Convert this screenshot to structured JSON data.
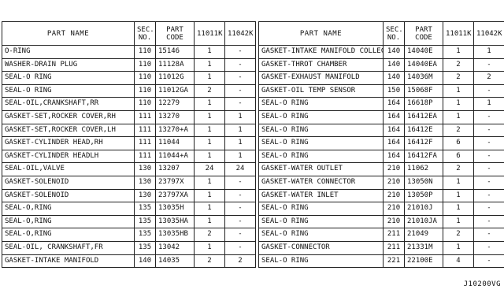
{
  "headers": {
    "part_name": "PART NAME",
    "sec_no": [
      "SEC.",
      "NO."
    ],
    "part_code": [
      "PART",
      "CODE"
    ],
    "q1": "11011K",
    "q2": "11042K"
  },
  "left_rows": [
    {
      "name": "O-RING",
      "sec": "110",
      "code": "15146",
      "q1": "1",
      "q2": "-"
    },
    {
      "name": "WASHER-DRAIN PLUG",
      "sec": "110",
      "code": "11128A",
      "q1": "1",
      "q2": "-"
    },
    {
      "name": "SEAL-O RING",
      "sec": "110",
      "code": "11012G",
      "q1": "1",
      "q2": "-"
    },
    {
      "name": "SEAL-O RING",
      "sec": "110",
      "code": "11012GA",
      "q1": "2",
      "q2": "-"
    },
    {
      "name": "SEAL-OIL,CRANKSHAFT,RR",
      "sec": "110",
      "code": "12279",
      "q1": "1",
      "q2": "-"
    },
    {
      "name": "GASKET-SET,ROCKER COVER,RH",
      "sec": "111",
      "code": "13270",
      "q1": "1",
      "q2": "1"
    },
    {
      "name": "GASKET-SET,ROCKER COVER,LH",
      "sec": "111",
      "code": "13270+A",
      "q1": "1",
      "q2": "1"
    },
    {
      "name": "GASKET-CYLINDER HEAD,RH",
      "sec": "111",
      "code": "11044",
      "q1": "1",
      "q2": "1"
    },
    {
      "name": "GASKET-CYLINDER HEADLH",
      "sec": "111",
      "code": "11044+A",
      "q1": "1",
      "q2": "1"
    },
    {
      "name": "SEAL-OIL,VALVE",
      "sec": "130",
      "code": "13207",
      "q1": "24",
      "q2": "24"
    },
    {
      "name": "GASKET-SOLENOID",
      "sec": "130",
      "code": "23797X",
      "q1": "1",
      "q2": "-"
    },
    {
      "name": "GASKET-SOLENOID",
      "sec": "130",
      "code": "23797XA",
      "q1": "1",
      "q2": "-"
    },
    {
      "name": "SEAL-O,RING",
      "sec": "135",
      "code": "13035H",
      "q1": "1",
      "q2": "-"
    },
    {
      "name": "SEAL-O,RING",
      "sec": "135",
      "code": "13035HA",
      "q1": "1",
      "q2": "-"
    },
    {
      "name": "SEAL-O,RING",
      "sec": "135",
      "code": "13035HB",
      "q1": "2",
      "q2": "-"
    },
    {
      "name": "SEAL-OIL, CRANKSHAFT,FR",
      "sec": "135",
      "code": "13042",
      "q1": "1",
      "q2": "-"
    },
    {
      "name": "GASKET-INTAKE MANIFOLD",
      "sec": "140",
      "code": "14035",
      "q1": "2",
      "q2": "2"
    }
  ],
  "right_rows": [
    {
      "name": "GASKET-INTAKE MANIFOLD COLLECTOR",
      "sec": "140",
      "code": "14040E",
      "q1": "1",
      "q2": "1"
    },
    {
      "name": "GASKET-THROT CHAMBER",
      "sec": "140",
      "code": "14040EA",
      "q1": "2",
      "q2": "-"
    },
    {
      "name": "GASKET-EXHAUST MANIFOLD",
      "sec": "140",
      "code": "14036M",
      "q1": "2",
      "q2": "2"
    },
    {
      "name": "GASKET-OIL TEMP SENSOR",
      "sec": "150",
      "code": "15068F",
      "q1": "1",
      "q2": "-"
    },
    {
      "name": "SEAL-O RING",
      "sec": "164",
      "code": "16618P",
      "q1": "1",
      "q2": "1"
    },
    {
      "name": "SEAL-O RING",
      "sec": "164",
      "code": "16412EA",
      "q1": "1",
      "q2": "-"
    },
    {
      "name": "SEAL-O RING",
      "sec": "164",
      "code": "16412E",
      "q1": "2",
      "q2": "-"
    },
    {
      "name": "SEAL-O RING",
      "sec": "164",
      "code": "16412F",
      "q1": "6",
      "q2": "-"
    },
    {
      "name": "SEAL-O RING",
      "sec": "164",
      "code": "16412FA",
      "q1": "6",
      "q2": "-"
    },
    {
      "name": "GASKET-WATER OUTLET",
      "sec": "210",
      "code": "11062",
      "q1": "2",
      "q2": "-"
    },
    {
      "name": "GASKET-WATER CONNECTOR",
      "sec": "210",
      "code": "13050N",
      "q1": "1",
      "q2": "-"
    },
    {
      "name": "GASKET-WATER INLET",
      "sec": "210",
      "code": "13050P",
      "q1": "1",
      "q2": "-"
    },
    {
      "name": "SEAL-O RING",
      "sec": "210",
      "code": "21010J",
      "q1": "1",
      "q2": "-"
    },
    {
      "name": "SEAL-O RING",
      "sec": "210",
      "code": "21010JA",
      "q1": "1",
      "q2": "-"
    },
    {
      "name": "SEAL-O RING",
      "sec": "211",
      "code": "21049",
      "q1": "2",
      "q2": "-"
    },
    {
      "name": "GASKET-CONNECTOR",
      "sec": "211",
      "code": "21331M",
      "q1": "1",
      "q2": "-"
    },
    {
      "name": "SEAL-O RING",
      "sec": "221",
      "code": "22100E",
      "q1": "4",
      "q2": "-"
    }
  ],
  "diagram_code": "J10200VG"
}
